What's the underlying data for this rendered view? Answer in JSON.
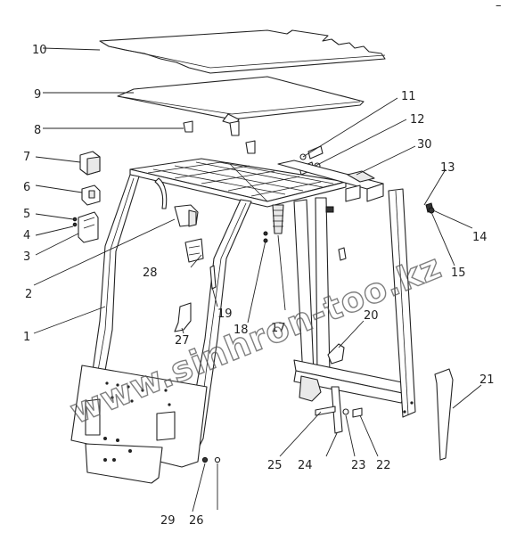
{
  "diagram": {
    "labels": [
      "1",
      "2",
      "3",
      "4",
      "5",
      "6",
      "7",
      "8",
      "9",
      "10",
      "11",
      "12",
      "13",
      "14",
      "15",
      "17",
      "18",
      "19",
      "20",
      "21",
      "22",
      "23",
      "24",
      "25",
      "26",
      "27",
      "28",
      "29",
      "30"
    ],
    "watermark": "www.sinhron-too.kz",
    "corner_mark": "–"
  }
}
